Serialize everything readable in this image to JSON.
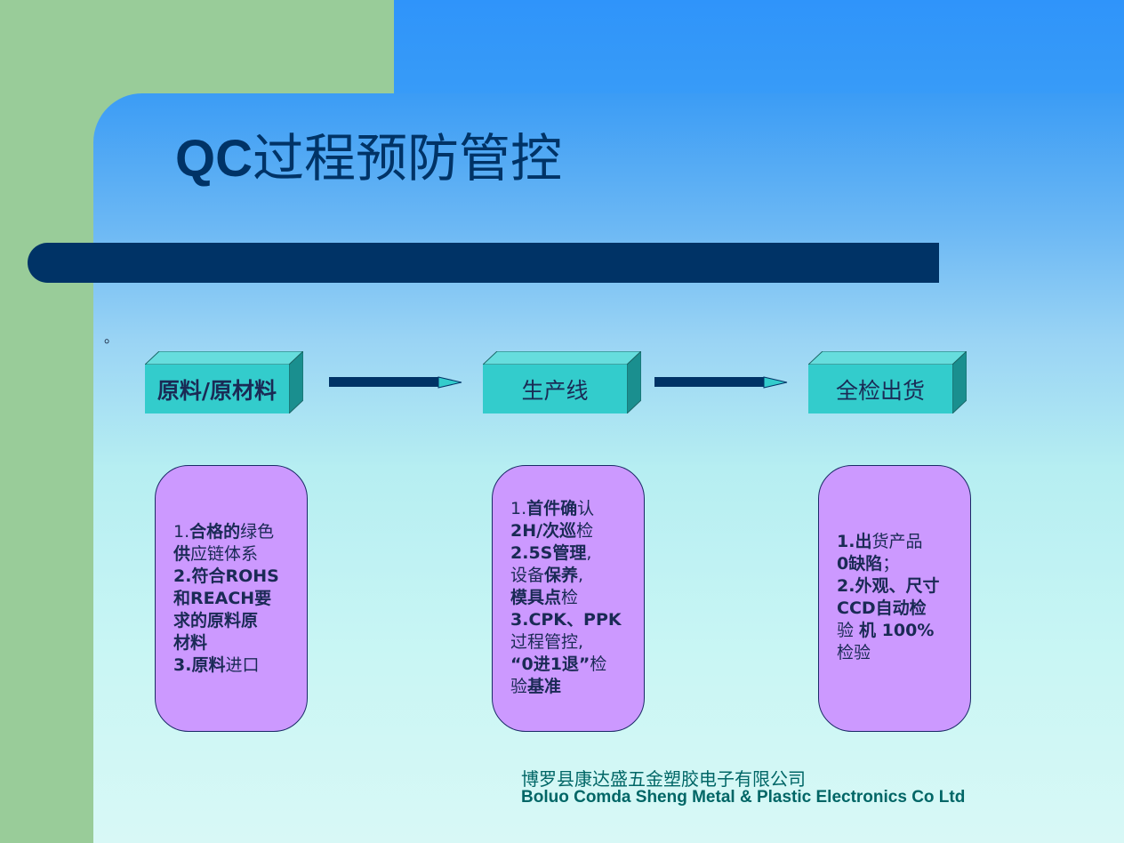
{
  "title": {
    "qc": "QC",
    "rest": "过程预防管控"
  },
  "note_mark": "。",
  "stages": [
    {
      "label": "原料/原材料"
    },
    {
      "label": "生产线"
    },
    {
      "label": "全检出货"
    }
  ],
  "cards": [
    {
      "lines": [
        {
          "a": "1.",
          "b": "合格的",
          "c": "绿色"
        },
        {
          "a": "",
          "b": "供",
          "c": "应链体系"
        },
        {
          "a": "",
          "b": "2.符合ROHS",
          "c": ""
        },
        {
          "a": "",
          "b": "和REACH要",
          "c": ""
        },
        {
          "a": "",
          "b": "求的原料原",
          "c": ""
        },
        {
          "a": "",
          "b": "材料",
          "c": ""
        },
        {
          "a": "",
          "b": "3.原料",
          "c": "进口"
        }
      ]
    },
    {
      "lines": [
        {
          "a": "1.",
          "b": "首件确",
          "c": "认"
        },
        {
          "a": "",
          "b": "2H/次巡",
          "c": "检"
        },
        {
          "a": "",
          "b": "2.5S管理",
          "c": ","
        },
        {
          "a": "设备",
          "b": "保养",
          "c": ","
        },
        {
          "a": "",
          "b": "模具点",
          "c": "检"
        },
        {
          "a": "",
          "b": "3.CPK、PPK",
          "c": ""
        },
        {
          "a": "过程管控",
          "b": "",
          "c": ","
        },
        {
          "a": "",
          "b": "“0进1退”",
          "c": "检"
        },
        {
          "a": "验",
          "b": "基准",
          "c": ""
        }
      ]
    },
    {
      "lines": [
        {
          "a": "",
          "b": "1.出",
          "c": "货产品"
        },
        {
          "a": "",
          "b": "0缺陷",
          "c": "；"
        },
        {
          "a": "",
          "b": "2.外观、尺寸",
          "c": ""
        },
        {
          "a": "",
          "b": "CCD自动检",
          "c": ""
        },
        {
          "a": "验 ",
          "b": "机 100%",
          "c": ""
        },
        {
          "a": "检验",
          "b": "",
          "c": ""
        }
      ]
    }
  ],
  "company": {
    "cn": "博罗县康达盛五金塑胶电子有限公司",
    "en": "Boluo Comda Sheng Metal & Plastic Electronics Co Ltd"
  }
}
